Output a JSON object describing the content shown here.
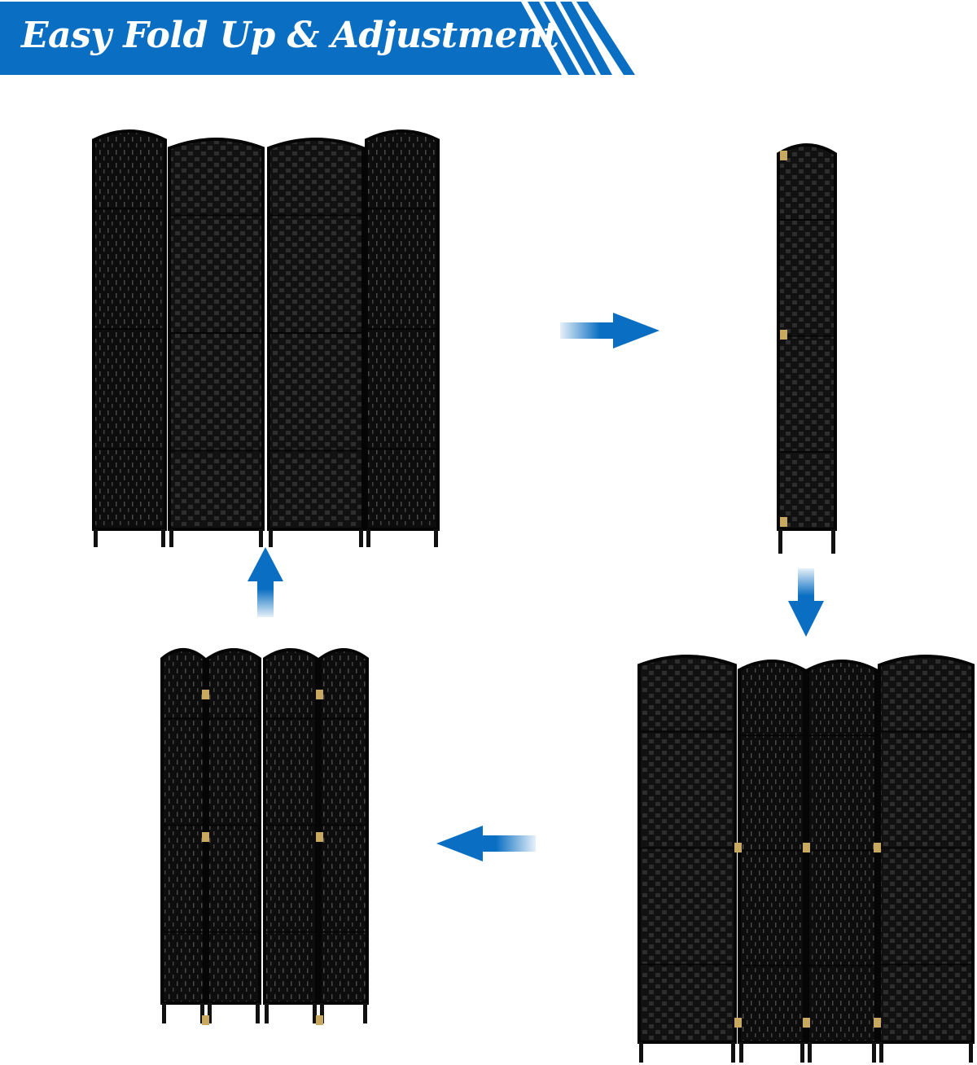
{
  "banner": {
    "title": "Easy Fold Up & Adjustment",
    "color": "#0a6fc2"
  },
  "images": [
    {
      "name": "screen-4-panel-open-front",
      "panels": 4,
      "state": "open"
    },
    {
      "name": "screen-folded-side",
      "panels": 1,
      "state": "folded"
    },
    {
      "name": "screen-4-panel-flat-back",
      "panels": 4,
      "state": "flat"
    },
    {
      "name": "screen-4-panel-flat-front",
      "panels": 4,
      "state": "flat"
    }
  ],
  "arrows": [
    {
      "icon": "arrow-right-icon"
    },
    {
      "icon": "arrow-down-icon"
    },
    {
      "icon": "arrow-left-icon"
    },
    {
      "icon": "arrow-up-icon"
    }
  ],
  "colors": {
    "arrow": "#0a6fc2",
    "screen": "#141414",
    "hinge": "#c9a860"
  }
}
